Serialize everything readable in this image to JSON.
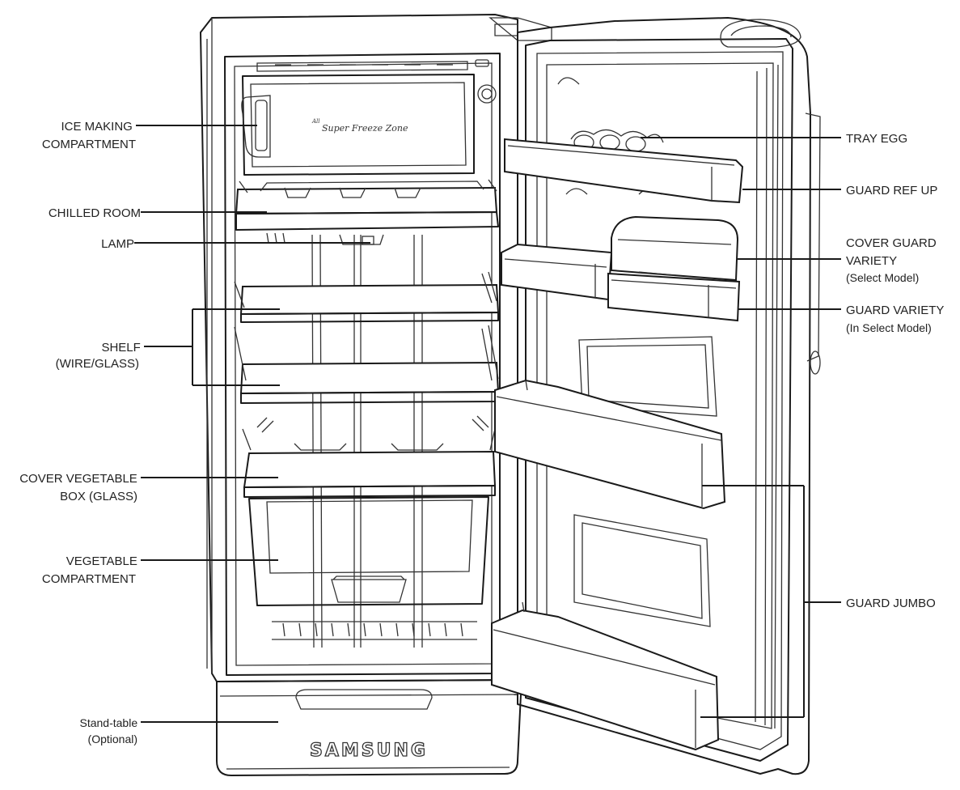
{
  "brand": "SAMSUNG",
  "freezer_badge": "Super Freeze Zone",
  "freezer_badge_small": "All",
  "labels_left": {
    "ice_making": [
      "ICE MAKING",
      "COMPARTMENT"
    ],
    "chilled_room": [
      "CHILLED ROOM"
    ],
    "lamp": [
      "LAMP"
    ],
    "shelf": [
      "SHELF",
      "(WIRE/GLASS)"
    ],
    "cover_vegetable": [
      "COVER VEGETABLE",
      "BOX (GLASS)"
    ],
    "vegetable": [
      "VEGETABLE",
      "COMPARTMENT"
    ],
    "stand_table": [
      "Stand-table",
      "(Optional)"
    ]
  },
  "labels_right": {
    "tray_egg": [
      "TRAY EGG"
    ],
    "guard_ref_up": [
      "GUARD REF UP"
    ],
    "cover_guard_variety": [
      "COVER GUARD",
      "VARIETY",
      "(Select Model)"
    ],
    "guard_variety": [
      "GUARD VARIETY",
      "(In Select Model)"
    ],
    "guard_jumbo": [
      "GUARD JUMBO"
    ]
  }
}
